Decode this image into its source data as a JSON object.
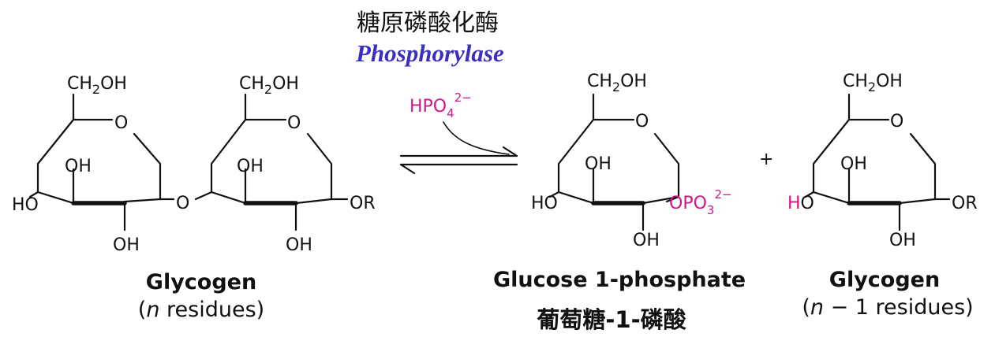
{
  "enzyme": {
    "name_cn": "糖原磷酸化酶",
    "name_en": "Phosphorylase"
  },
  "reagent": "HPO",
  "reagent_sub": "4",
  "reagent_sup": "2−",
  "plus": "+",
  "labels": {
    "ch2oh": "CH",
    "ch2oh_sub": "2",
    "ch2oh_tail": "OH",
    "ring_o": "O",
    "oh": "OH",
    "ho": "HO",
    "h": "H",
    "o_tail": "O",
    "bridge_o": "O",
    "or": "OR",
    "opo": "OPO",
    "opo_sub": "3",
    "opo_sup": "2−"
  },
  "colors": {
    "magenta": "#d4148a",
    "enzyme_blue": "#3a2fbf",
    "black": "#111111"
  },
  "captions": {
    "left_title": "Glycogen",
    "left_sub_n": "n",
    "left_sub_rest": " residues)",
    "left_sub_open": "(",
    "mid_title": "Glucose 1-phosphate",
    "mid_cn": "葡萄糖-1-磷酸",
    "right_title": "Glycogen",
    "right_sub_open": "(",
    "right_sub_n": "n",
    "right_sub_rest": " − 1 residues)"
  }
}
